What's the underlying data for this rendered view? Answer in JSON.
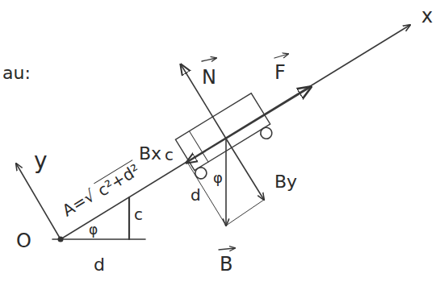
{
  "diagram": {
    "labels": [
      "au:",
      "y",
      "A=√",
      "c²+d²",
      "Bx",
      "N",
      "F",
      "x",
      "c",
      "φ",
      "c",
      "φ",
      "d",
      "By",
      "O",
      "d",
      "B"
    ]
  }
}
